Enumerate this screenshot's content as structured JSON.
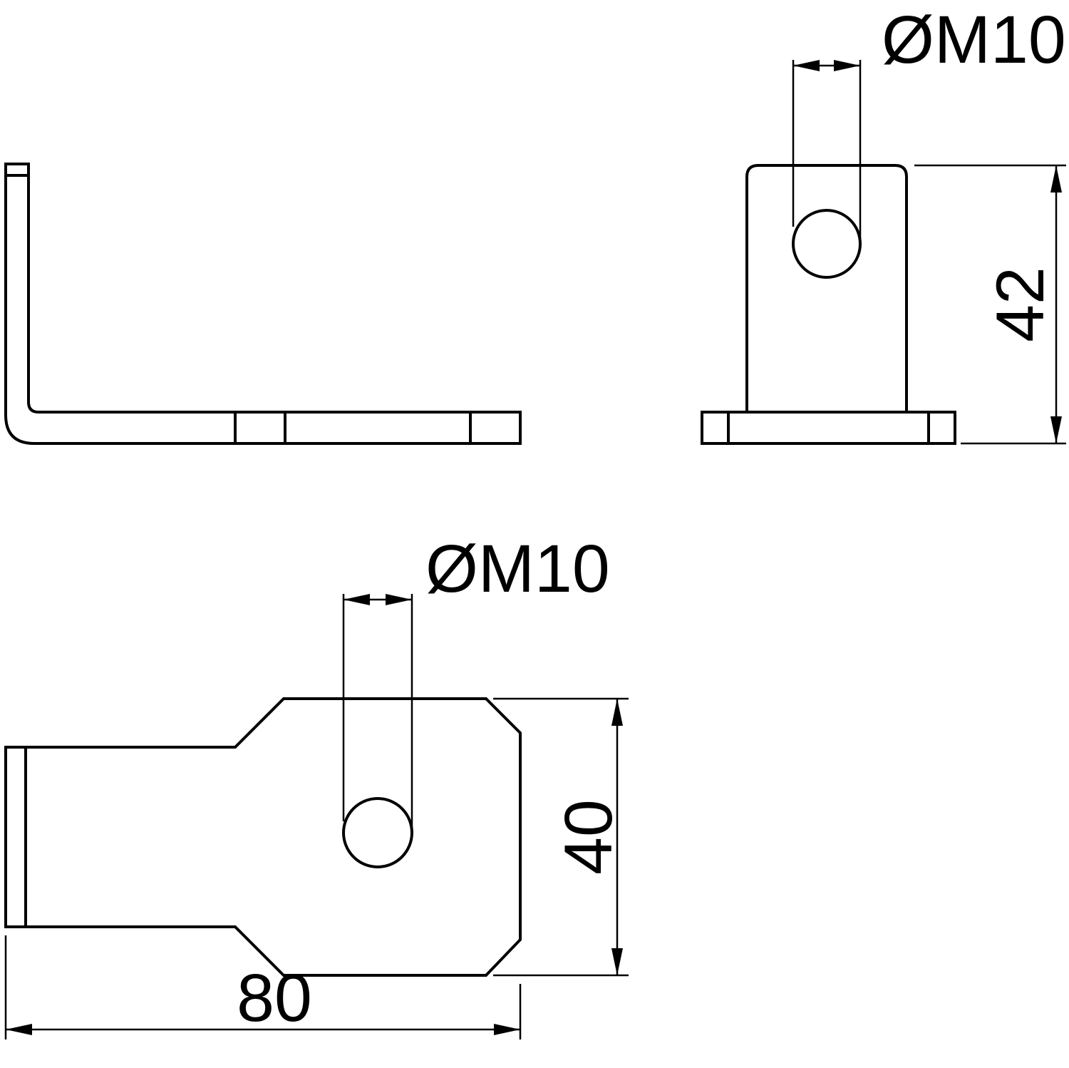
{
  "drawing": {
    "colors": {
      "background": "#ffffff",
      "lines": "#000000"
    },
    "views": {
      "end_view": {
        "hole_label": "ØM10",
        "height_label": "42"
      },
      "top_view": {
        "hole_label": "ØM10",
        "width_label": "40",
        "length_label": "80"
      }
    },
    "dimensions": {
      "hole_thread": "M10",
      "height_mm": 42,
      "width_mm": 40,
      "length_mm": 80
    }
  }
}
